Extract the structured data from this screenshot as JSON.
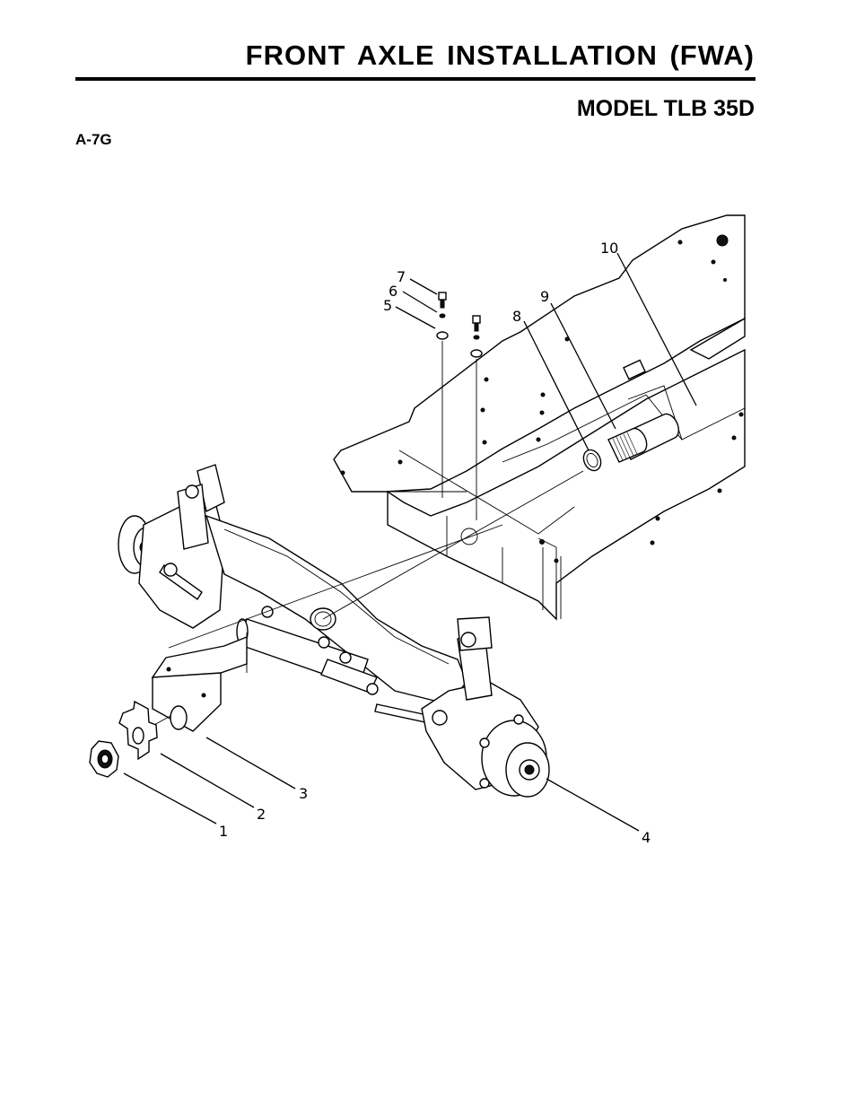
{
  "header": {
    "title": "FRONT AXLE INSTALLATION (FWA)",
    "model": "MODEL TLB 35D",
    "figure_code": "A-7G"
  },
  "callouts": [
    "1",
    "2",
    "3",
    "4",
    "5",
    "6",
    "7",
    "8",
    "9",
    "10"
  ]
}
